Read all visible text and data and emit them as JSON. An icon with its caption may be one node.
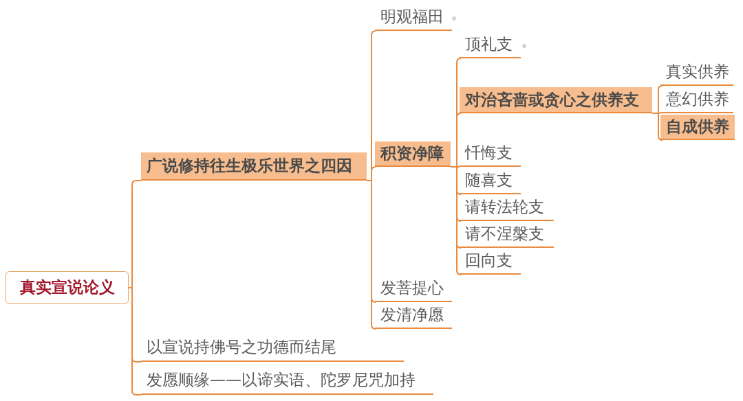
{
  "diagram": {
    "nodes": [
      {
        "text": [
          "真实宣说论义"
        ]
      },
      {
        "text": [
          "广说修持往生极乐世界之四因"
        ]
      },
      {
        "text": [
          "明观福田"
        ]
      },
      {
        "text": [
          "积资净障"
        ]
      },
      {
        "text": [
          "顶礼支"
        ]
      },
      {
        "text": [
          "对治吝啬或贪心之供养支"
        ]
      },
      {
        "text": [
          "真实供养"
        ]
      },
      {
        "text": [
          "意幻供养"
        ]
      },
      {
        "text": [
          "自成供养"
        ]
      },
      {
        "text": [
          "忏悔支"
        ]
      },
      {
        "text": [
          "随喜支"
        ]
      },
      {
        "text": [
          "请转法轮支"
        ]
      },
      {
        "text": [
          "请不涅槃支"
        ]
      },
      {
        "text": [
          "回向支"
        ]
      },
      {
        "text": [
          "发菩提心"
        ]
      },
      {
        "text": [
          "发清净愿"
        ]
      },
      {
        "text": [
          "以宣说持佛号之功德而结尾"
        ]
      },
      {
        "text": [
          "发愿顺缘——以谛实语、陀罗尼咒加持"
        ]
      }
    ],
    "edges": [
      {
        "from": 0,
        "to": 1,
        "arrow": "none"
      },
      {
        "from": 0,
        "to": 16,
        "arrow": "none"
      },
      {
        "from": 0,
        "to": 17,
        "arrow": "none"
      },
      {
        "from": 1,
        "to": 2,
        "arrow": "none"
      },
      {
        "from": 1,
        "to": 3,
        "arrow": "none"
      },
      {
        "from": 1,
        "to": 14,
        "arrow": "none"
      },
      {
        "from": 1,
        "to": 15,
        "arrow": "none"
      },
      {
        "from": 3,
        "to": 4,
        "arrow": "none"
      },
      {
        "from": 3,
        "to": 5,
        "arrow": "none"
      },
      {
        "from": 3,
        "to": 9,
        "arrow": "none"
      },
      {
        "from": 3,
        "to": 10,
        "arrow": "none"
      },
      {
        "from": 3,
        "to": 11,
        "arrow": "none"
      },
      {
        "from": 3,
        "to": 12,
        "arrow": "none"
      },
      {
        "from": 3,
        "to": 13,
        "arrow": "none"
      },
      {
        "from": 5,
        "to": 6,
        "arrow": "none"
      },
      {
        "from": 5,
        "to": 7,
        "arrow": "none"
      },
      {
        "from": 5,
        "to": 8,
        "arrow": "none"
      }
    ]
  }
}
